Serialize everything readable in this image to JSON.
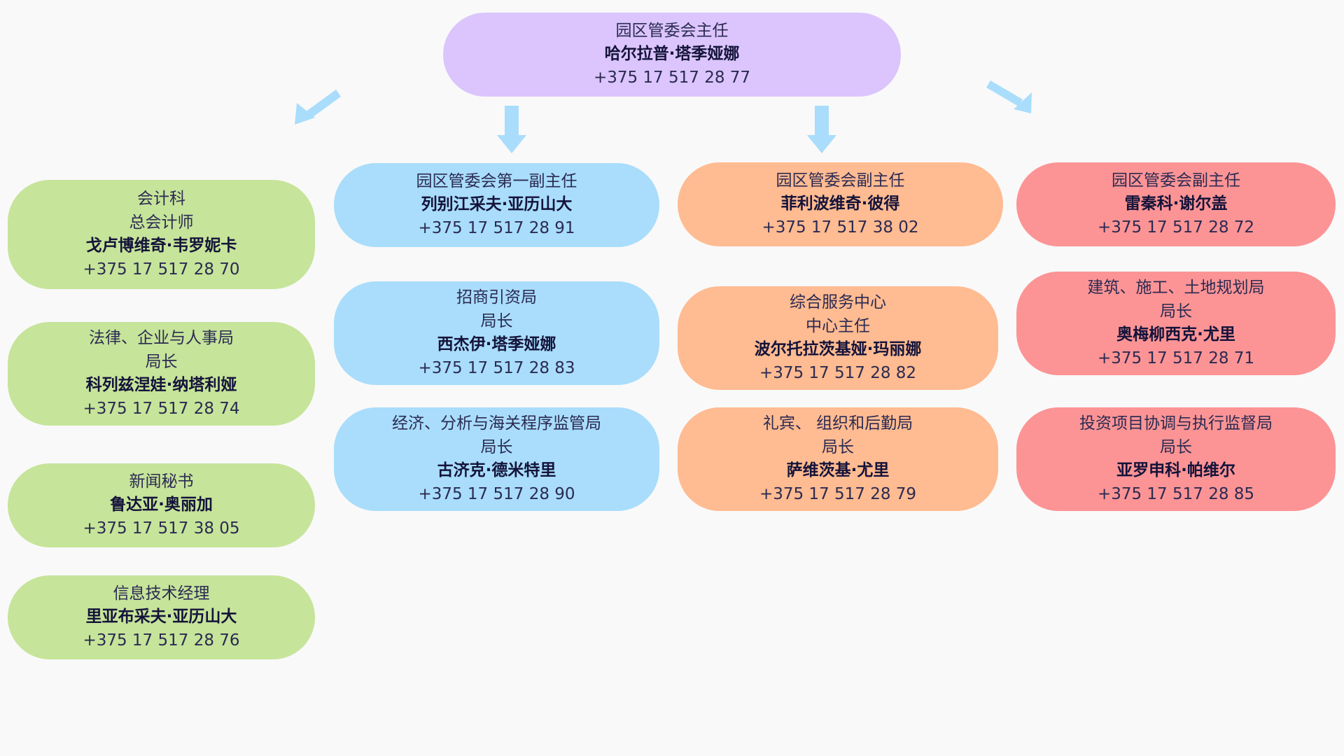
{
  "colors": {
    "background": "#f9f9f9",
    "director": "#dbc5fc",
    "direct_reports": "#c6e49a",
    "first_deputy": "#a9ddfb",
    "deputy_a": "#ffbb91",
    "deputy_b": "#fc9495",
    "arrows": "#a9ddfb"
  },
  "icons": [
    "arrow-down-left-icon",
    "arrow-down-icon",
    "arrow-down-icon",
    "arrow-down-right-icon"
  ],
  "director": {
    "title": "园区管委会主任",
    "name": "哈尔拉普·塔季娅娜",
    "phone": "+375 17 517 28 77"
  },
  "left_column": [
    {
      "dept": "会计科",
      "role": "总会计师",
      "name": "戈卢博维奇·韦罗妮卡",
      "phone": "+375 17 517 28 70"
    },
    {
      "dept": "法律、企业与人事局",
      "role": "局长",
      "name": "科列兹涅娃·纳塔利娅",
      "phone": "+375 17 517 28 74"
    },
    {
      "role": "新闻秘书",
      "name": "鲁达亚·奥丽加",
      "phone": "+375 17 517 38 05"
    },
    {
      "role": "信息技术经理",
      "name": "里亚布采夫·亚历山大",
      "phone": "+375 17 517 28 76"
    }
  ],
  "first_deputy": {
    "head": {
      "title": "园区管委会第一副主任",
      "name": "列别江采夫·亚历山大",
      "phone": "+375 17 517 28 91"
    },
    "units": [
      {
        "dept": "招商引资局",
        "role": "局长",
        "name": "西杰伊·塔季娅娜",
        "phone": "+375 17 517 28 83"
      },
      {
        "dept": "经济、分析与海关程序监管局",
        "role": "局长",
        "name": "古济克·德米特里",
        "phone": "+375 17 517 28 90"
      }
    ]
  },
  "deputy_a": {
    "head": {
      "title": "园区管委会副主任",
      "name": "菲利波维奇·彼得",
      "phone": "+375 17 517 38 02"
    },
    "units": [
      {
        "dept": "综合服务中心",
        "role": "中心主任",
        "name": "波尔托拉茨基娅·玛丽娜",
        "phone": "+375 17 517 28 82"
      },
      {
        "dept": "礼宾、 组织和后勤局",
        "role": "局长",
        "name": "萨维茨基·尤里",
        "phone": "+375 17 517 28 79"
      }
    ]
  },
  "deputy_b": {
    "head": {
      "title": "园区管委会副主任",
      "name": "雷秦科·谢尔盖",
      "phone": "+375 17 517 28 72"
    },
    "units": [
      {
        "dept": "建筑、施工、土地规划局",
        "role": "局长",
        "name": "奥梅柳西克·尤里",
        "phone": "+375 17 517 28 71"
      },
      {
        "dept": "投资项目协调与执行监督局",
        "role": "局长",
        "name": "亚罗申科·帕维尔",
        "phone": "+375 17 517 28 85"
      }
    ]
  }
}
